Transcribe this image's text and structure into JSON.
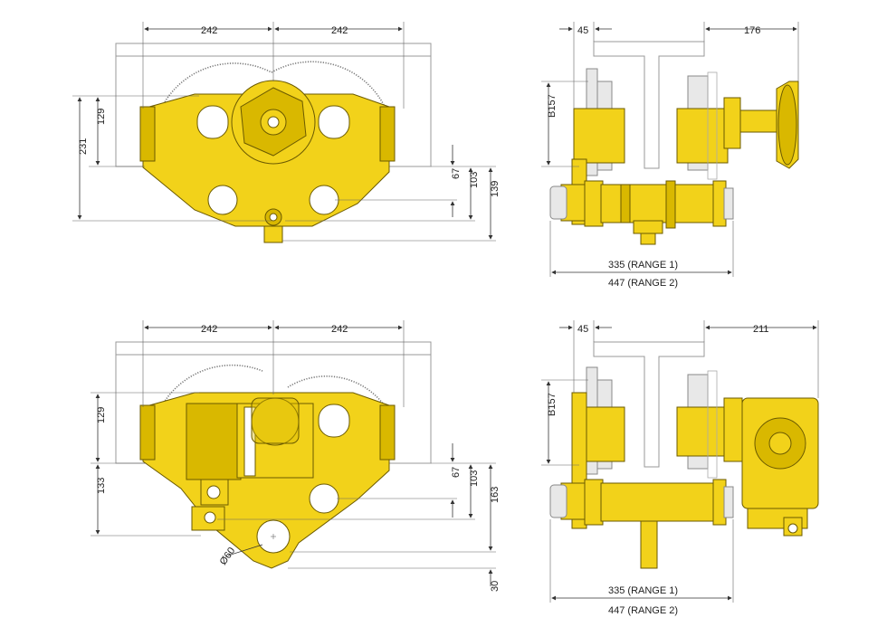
{
  "dims": {
    "tl_w_left": "242",
    "tl_w_right": "242",
    "tl_h_129": "129",
    "tl_h_231": "231",
    "tl_h_67": "67",
    "tl_h_103": "103",
    "tl_h_139": "139",
    "tr_w_45": "45",
    "tr_w_176": "176",
    "tr_b157": "B157",
    "tr_range1": "335 (RANGE 1)",
    "tr_range2": "447 (RANGE 2)",
    "bl_w_left": "242",
    "bl_w_right": "242",
    "bl_h_129": "129",
    "bl_h_133": "133",
    "bl_h_67": "67",
    "bl_h_103": "103",
    "bl_h_163": "163",
    "bl_h_30": "30",
    "bl_d60": "Ø60",
    "br_w_45": "45",
    "br_w_211": "211",
    "br_b157": "B157",
    "br_range1": "335 (RANGE 1)",
    "br_range2": "447 (RANGE 2)"
  },
  "colors": {
    "body": "#f2d21a",
    "outline": "#6b5a00"
  }
}
